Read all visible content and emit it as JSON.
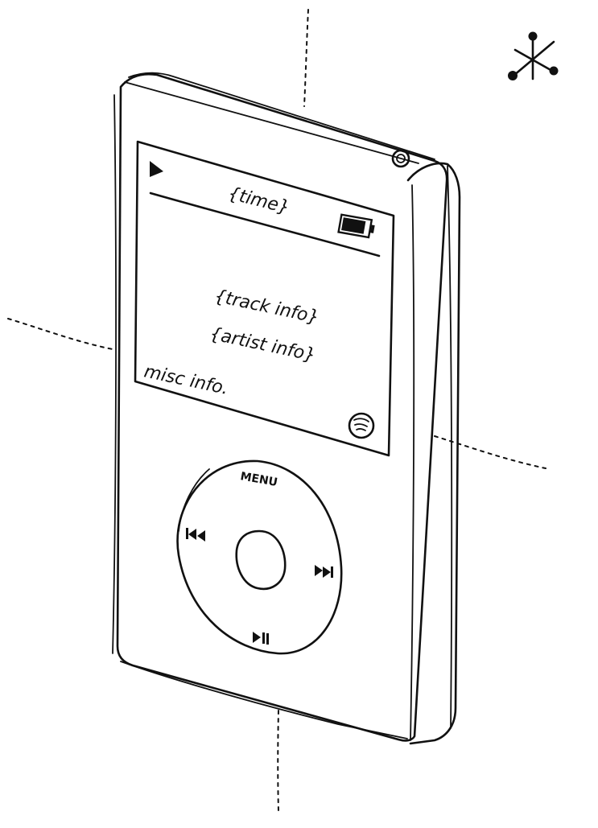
{
  "screen": {
    "time": "{time}",
    "track_info": "{track info}",
    "artist_info": "{artist info}",
    "misc_info": "misc info."
  },
  "wheel": {
    "menu_label": "MENU"
  },
  "icons": {
    "play_status": "play-icon",
    "battery": "battery-icon",
    "spotify": "spotify-icon",
    "prev": "previous-track-icon",
    "next": "next-track-icon",
    "play_pause": "play-pause-icon",
    "hold": "hold-switch-icon",
    "logo": "asterisk-node-logo"
  },
  "colors": {
    "ink": "#111111",
    "paper": "#ffffff"
  }
}
